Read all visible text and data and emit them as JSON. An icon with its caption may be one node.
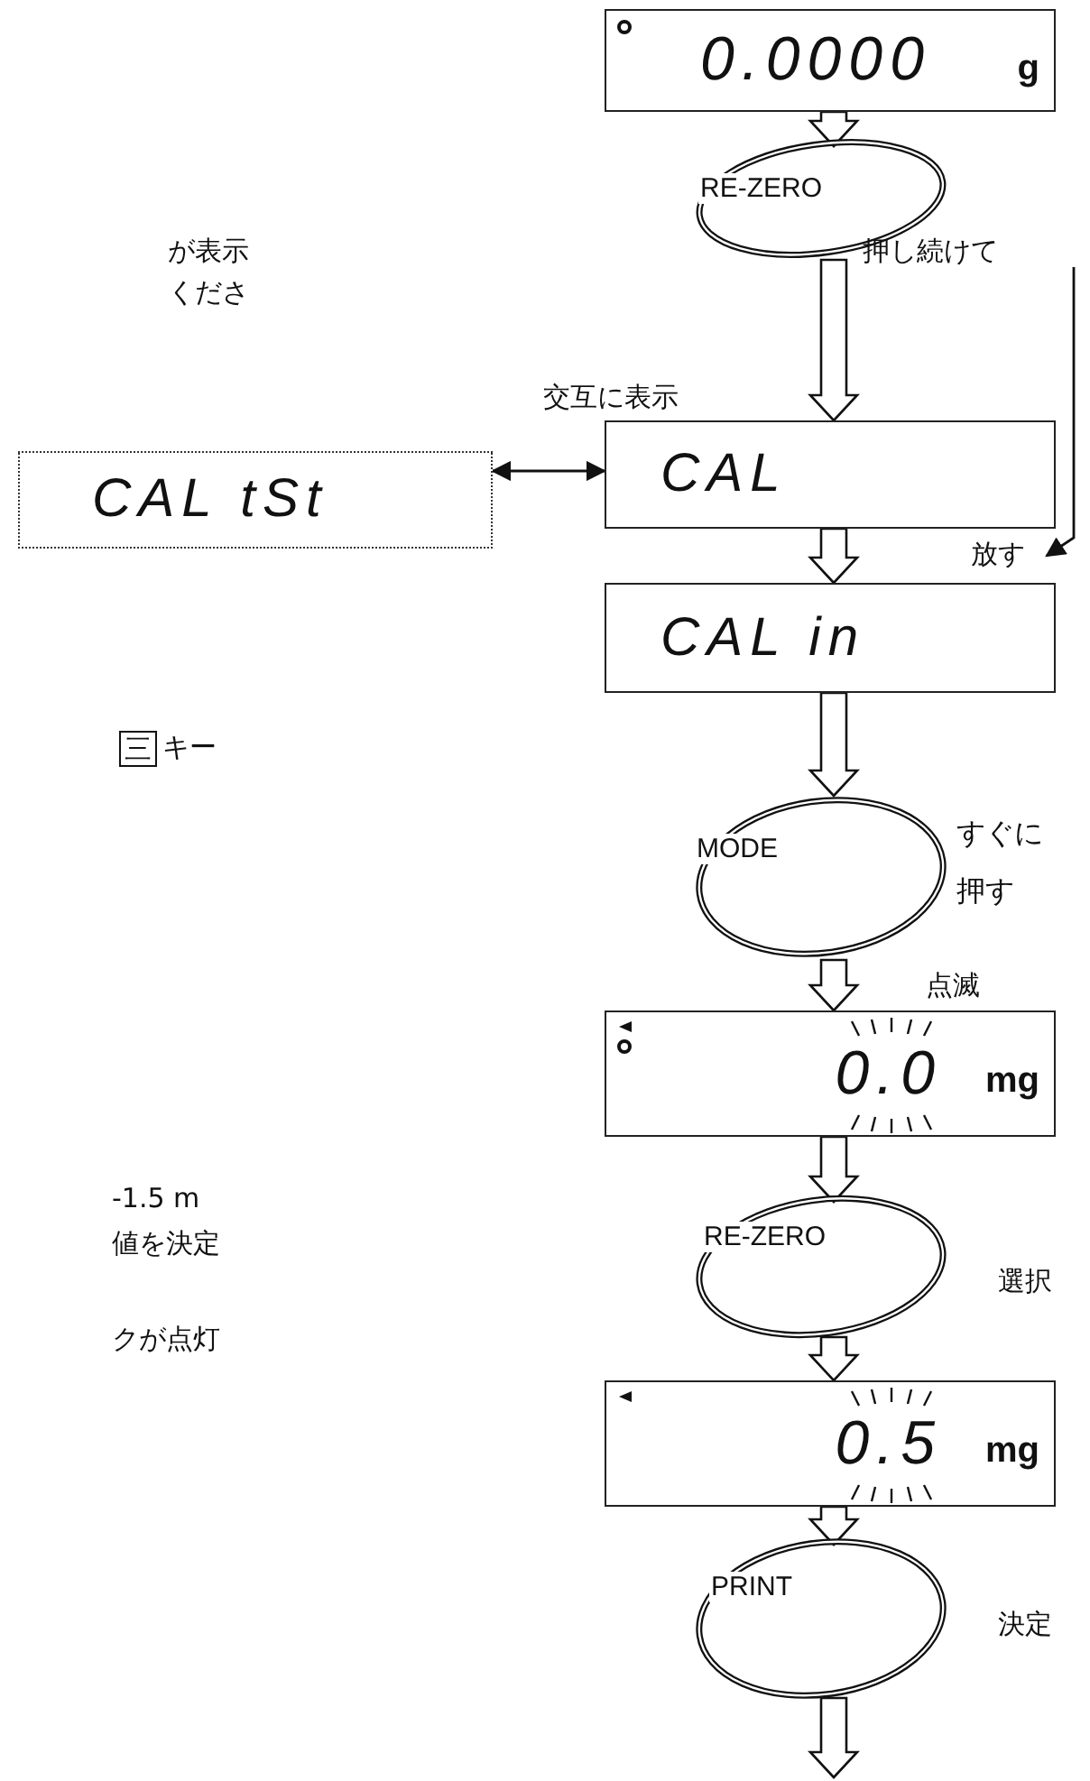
{
  "diagram": {
    "nodes": [
      {
        "text": [
          "0.0000",
          "g"
        ]
      },
      {
        "text": [
          "RE-ZERO"
        ],
        "beside": [
          "押し続けて"
        ]
      },
      {
        "text": [
          "CAL tSt"
        ]
      },
      {
        "text": [
          "CAL"
        ],
        "beside": [
          "交互に表示"
        ]
      },
      {
        "text": [
          "CAL in"
        ]
      },
      {
        "text": [
          "MODE"
        ],
        "beside": [
          "すぐに押す"
        ]
      },
      {
        "text": [
          "0.0",
          "mg"
        ],
        "beside": [
          "点滅"
        ]
      },
      {
        "text": [
          "RE-ZERO"
        ],
        "beside": [
          "選択"
        ]
      },
      {
        "text": [
          "0.5",
          "mg"
        ]
      },
      {
        "text": [
          "PRINT"
        ],
        "beside": [
          "決定"
        ]
      },
      {
        "text": [
          "放す"
        ]
      }
    ],
    "edges": [
      {
        "from": 0,
        "to": 1,
        "arrow": "to"
      },
      {
        "from": 1,
        "to": 3,
        "arrow": "to"
      },
      {
        "from": 2,
        "to": 3,
        "arrow": "both"
      },
      {
        "from": 3,
        "to": 4,
        "arrow": "to"
      },
      {
        "from": 4,
        "to": 5,
        "arrow": "to"
      },
      {
        "from": 5,
        "to": 6,
        "arrow": "to"
      },
      {
        "from": 6,
        "to": 7,
        "arrow": "to"
      },
      {
        "from": 7,
        "to": 8,
        "arrow": "to"
      },
      {
        "from": 8,
        "to": 9,
        "arrow": "to"
      },
      {
        "from": 9,
        "to": null,
        "arrow": "to"
      },
      {
        "from": 1,
        "to": 10,
        "arrow": "to"
      }
    ],
    "labels": [
      "が表示",
      "くださ",
      "三",
      "キー",
      "-1.5 m",
      "値を決定",
      "クが点灯"
    ]
  }
}
